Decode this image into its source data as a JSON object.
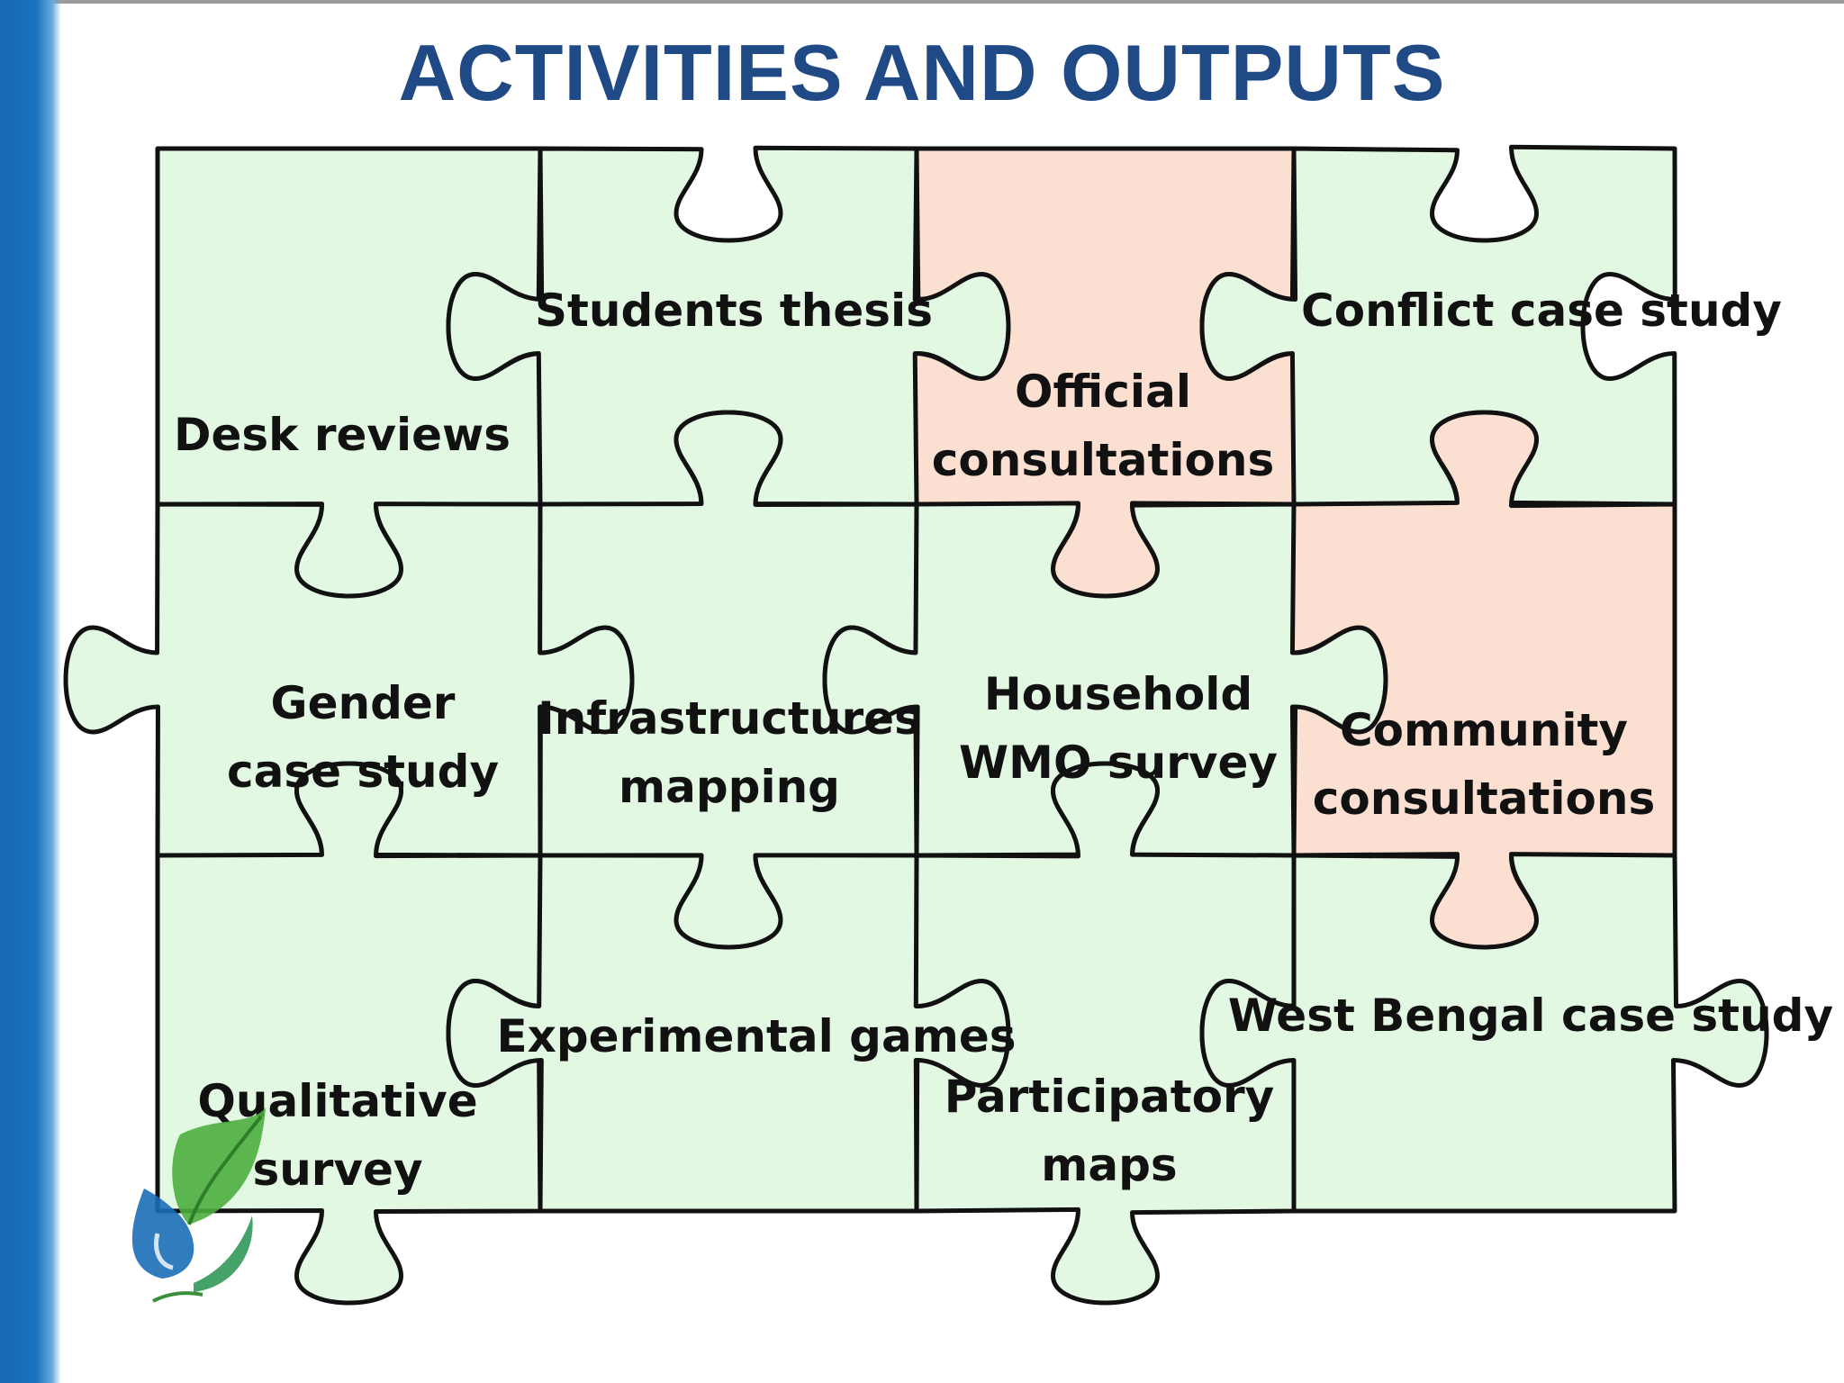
{
  "title": "ACTIVITIES AND OUTPUTS",
  "colors": {
    "green_piece": "#e3f8e3",
    "peach_piece": "#fbe0d2",
    "outline": "#111111",
    "title": "#1f4a86",
    "sidebar": "#1a73c0"
  },
  "pieces": [
    {
      "id": "desk-reviews",
      "lines": [
        "Desk reviews"
      ],
      "color": "green"
    },
    {
      "id": "students-thesis",
      "lines": [
        "Students thesis"
      ],
      "color": "green"
    },
    {
      "id": "official-consultations",
      "lines": [
        "Official",
        "consultations"
      ],
      "color": "peach"
    },
    {
      "id": "conflict-case-study",
      "lines": [
        "Conflict case study"
      ],
      "color": "green"
    },
    {
      "id": "gender-case-study",
      "lines": [
        "Gender",
        "case study"
      ],
      "color": "green"
    },
    {
      "id": "infrastructures-mapping",
      "lines": [
        "Infrastructures",
        "mapping"
      ],
      "color": "green"
    },
    {
      "id": "household-wmo-survey",
      "lines": [
        "Household",
        "WMO survey"
      ],
      "color": "green"
    },
    {
      "id": "community-consultations",
      "lines": [
        "Community",
        "consultations"
      ],
      "color": "peach"
    },
    {
      "id": "qualitative-survey",
      "lines": [
        "Qualitative",
        "survey"
      ],
      "color": "green"
    },
    {
      "id": "experimental-games",
      "lines": [
        "Experimental games"
      ],
      "color": "green"
    },
    {
      "id": "participatory-maps",
      "lines": [
        "Participatory",
        "maps"
      ],
      "color": "green"
    },
    {
      "id": "west-bengal-case-study",
      "lines": [
        "West Bengal case study"
      ],
      "color": "green"
    }
  ]
}
